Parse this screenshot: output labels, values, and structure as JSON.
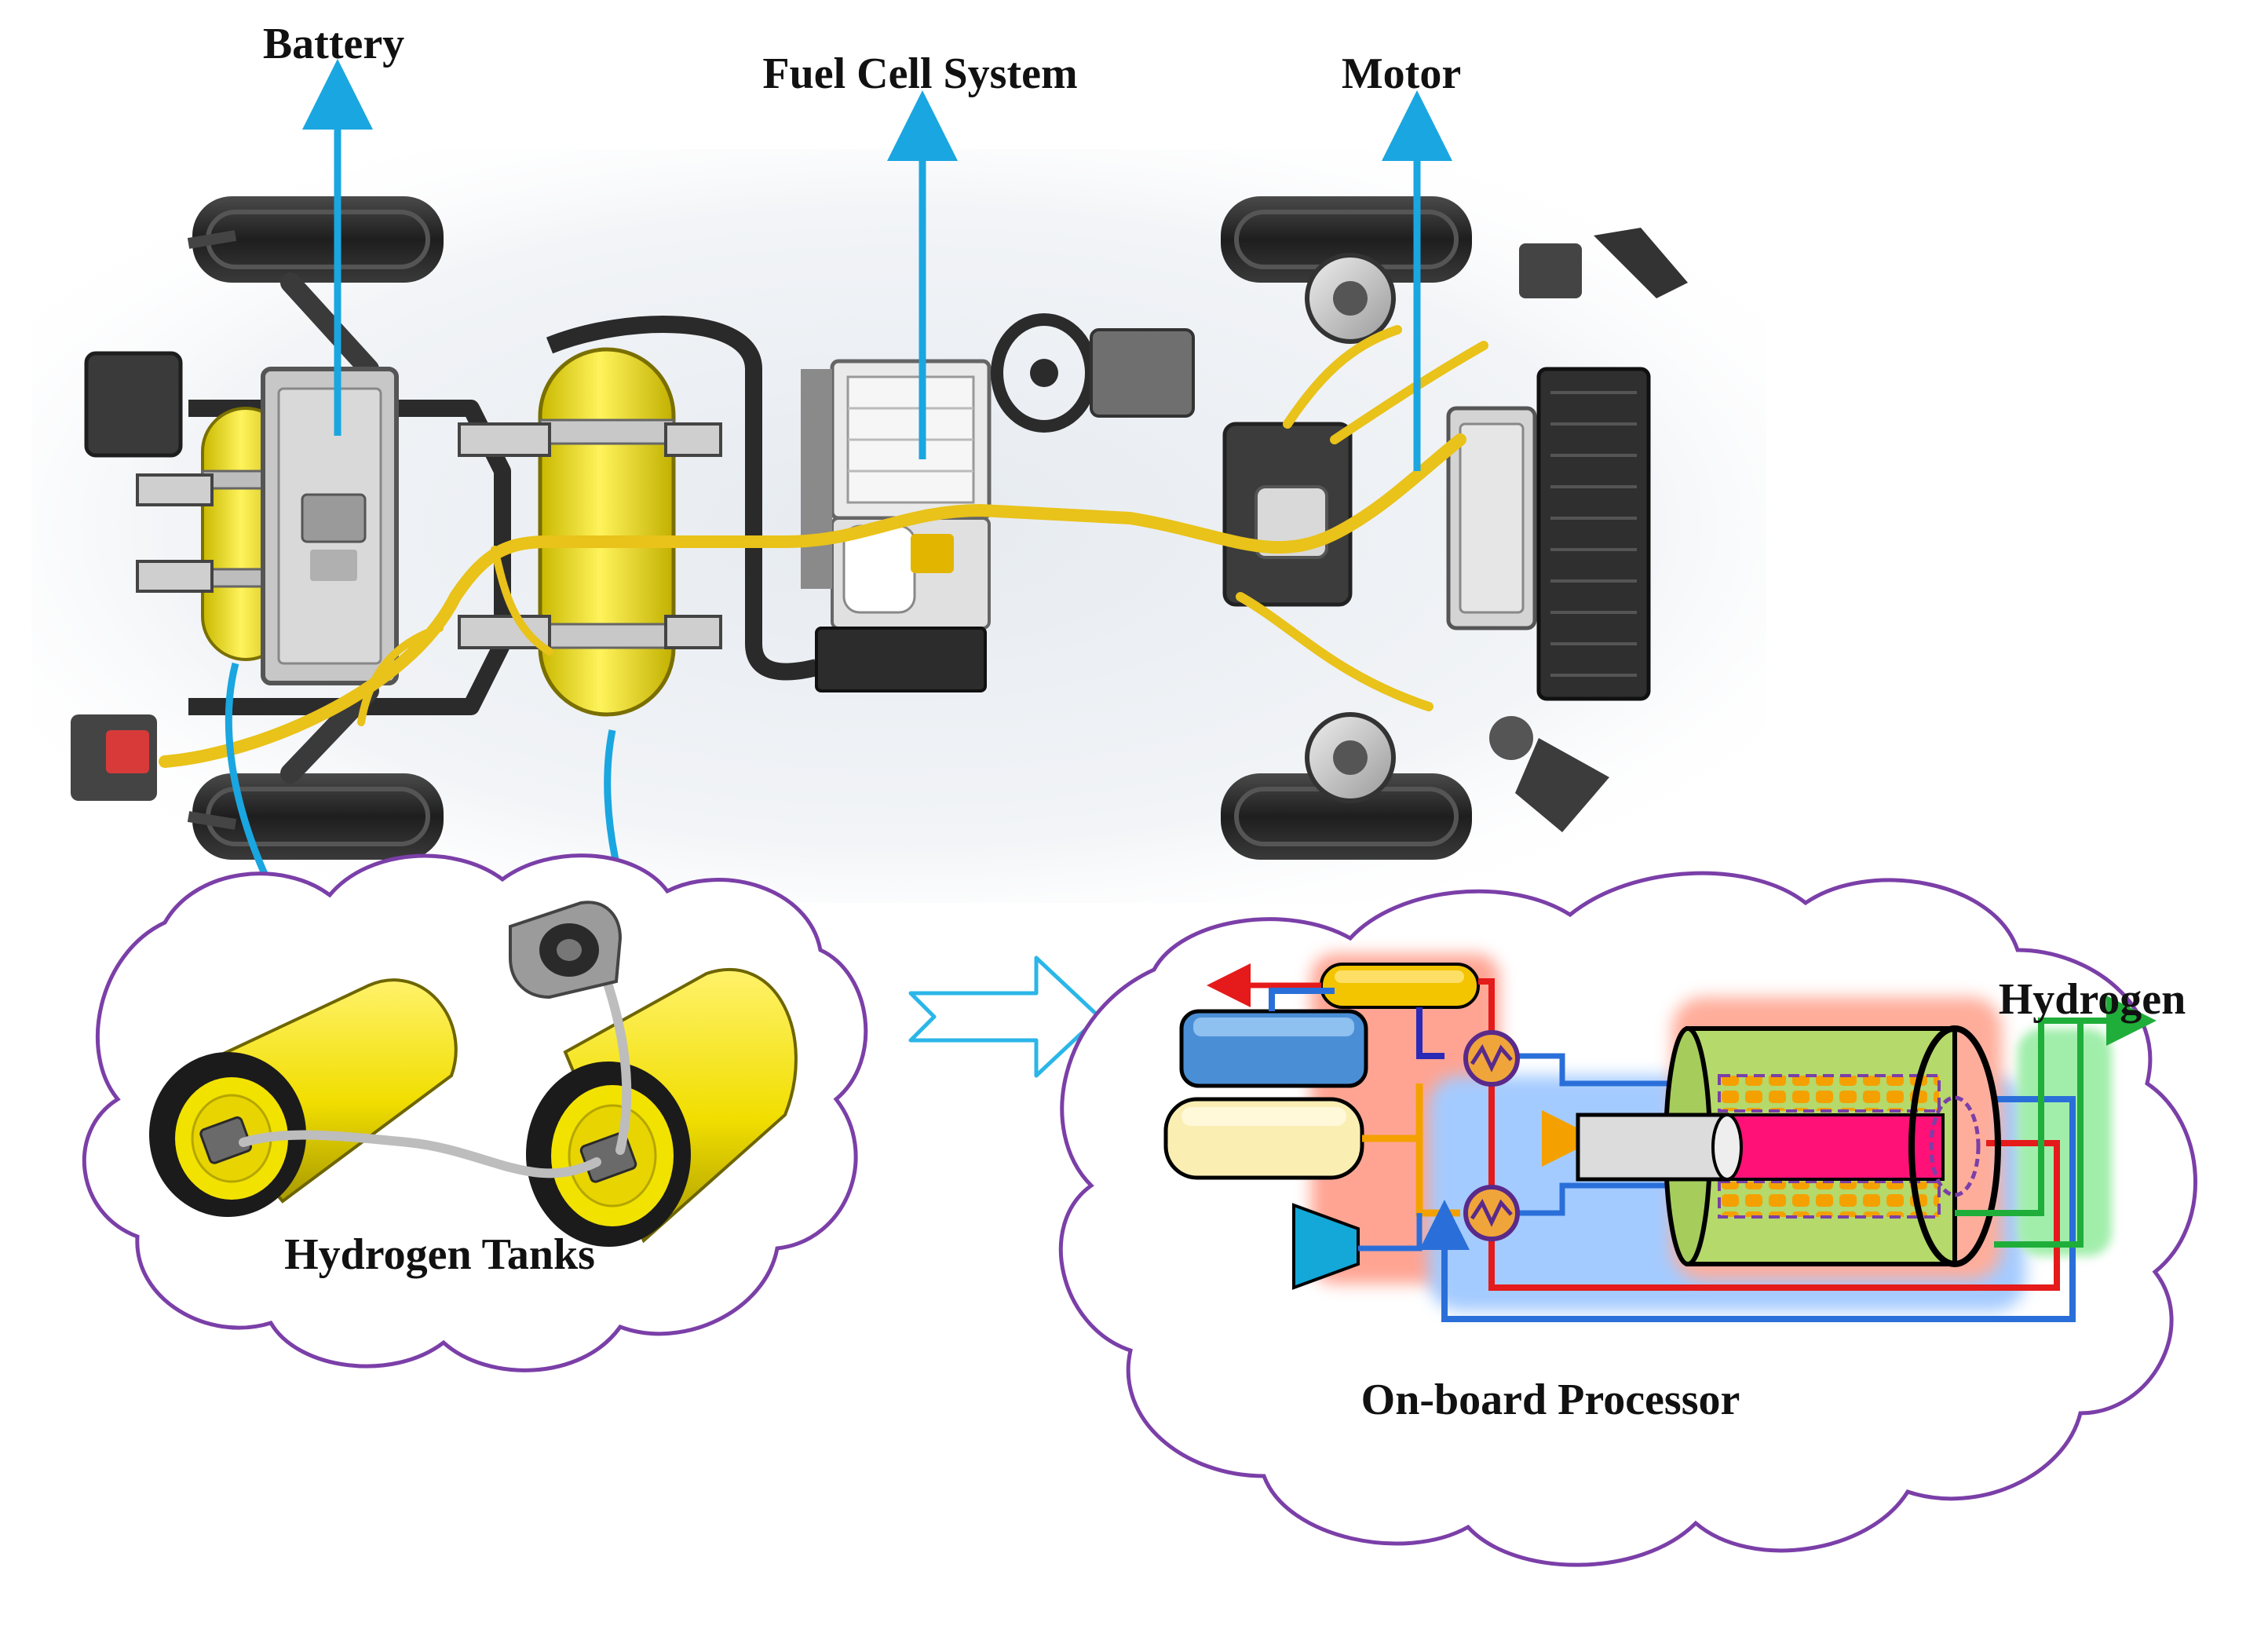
{
  "labels": {
    "battery": "Battery",
    "fuel_cell_system": "Fuel Cell System",
    "motor": "Motor",
    "hydrogen_tanks": "Hydrogen Tanks",
    "hydrogen": "Hydrogen",
    "on_board_processor": "On-board Processor"
  },
  "colors": {
    "callout_arrow": "#1aa6e0",
    "cloud_outline": "#7b3fa8",
    "tank_yellow": "#f2e200",
    "harness_yellow": "#e9c21a",
    "hot_line": "#e51a1a",
    "cool_line": "#2a6fd9",
    "fuel_line": "#f4a100",
    "hydrogen_line": "#1fae3a",
    "reformer_green": "#b5d96b",
    "membrane_pink": "#ff1177",
    "block_blue": "#4a8fd6",
    "block_cream": "#fbeeb3",
    "compressor_cyan": "#13a8d8"
  }
}
